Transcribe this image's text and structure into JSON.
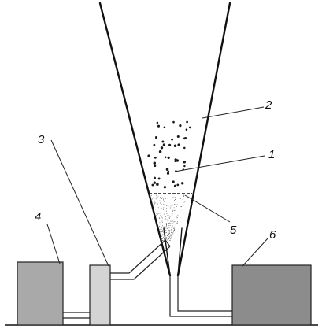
{
  "colors": {
    "line": "#111111",
    "box_dark": "#8c8c8c",
    "box_mid": "#a9a9a9",
    "box_light": "#d4d4d4",
    "particles": "#1a1a1a"
  },
  "labels": {
    "label_1": "1",
    "label_2": "2",
    "label_3": "3",
    "label_4": "4",
    "label_5": "5",
    "label_6": "6"
  }
}
